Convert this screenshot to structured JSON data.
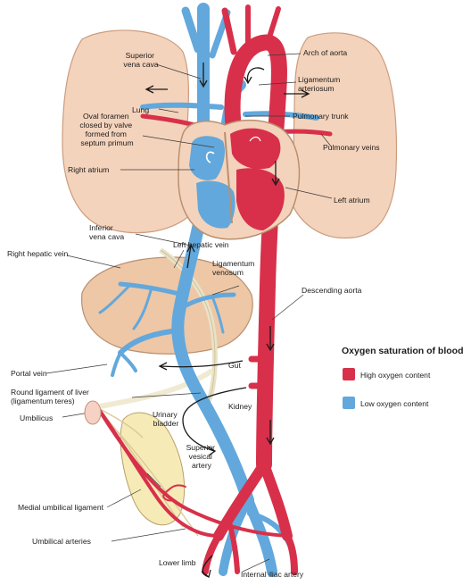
{
  "labels": {
    "superior_vena_cava": [
      "Superior",
      "vena cava"
    ],
    "arch_of_aorta": "Arch of aorta",
    "ligamentum_arteriosum": [
      "Ligamentum",
      "arteriosum"
    ],
    "lung": "Lung",
    "pulmonary_trunk": "Pulmonary trunk",
    "oval_foramen": [
      "Oval foramen",
      "closed by valve",
      "formed from",
      "septum primum"
    ],
    "pulmonary_veins": "Pulmonary veins",
    "right_atrium": "Right atrium",
    "left_atrium": "Left atrium",
    "inferior_vena_cava": [
      "Inferior",
      "vena cava"
    ],
    "left_hepatic_vein": "Left hepatic vein",
    "right_hepatic_vein": "Right hepatic vein",
    "ligamentum_venosum": [
      "Ligamentum",
      "venosum"
    ],
    "descending_aorta": "Descending aorta",
    "portal_vein": "Portal vein",
    "gut": "Gut",
    "round_ligament": [
      "Round ligament of liver",
      "(ligamentum teres)"
    ],
    "kidney": "Kidney",
    "urinary_bladder": [
      "Urinary",
      "bladder"
    ],
    "umbilicus": "Umbilicus",
    "superior_vesical_artery": [
      "Superior",
      "vesical",
      "artery"
    ],
    "medial_umbilical_ligament": "Medial umbilical ligament",
    "umbilical_arteries": "Umbilical arteries",
    "lower_limb": "Lower limb",
    "internal_iliac_artery": "Internal iliac artery"
  },
  "legend": {
    "title": "Oxygen saturation of blood",
    "items": [
      {
        "label": "High oxygen content",
        "color": "#d8304a"
      },
      {
        "label": "Low oxygen content",
        "color": "#62a8dc"
      }
    ]
  },
  "colors": {
    "high_oxygen": "#d8304a",
    "low_oxygen": "#62a8dc",
    "lung": "#f4d3bc",
    "liver": "#eec7a6",
    "bladder": "#f6ebb6",
    "ligament": "#f1ead2"
  }
}
